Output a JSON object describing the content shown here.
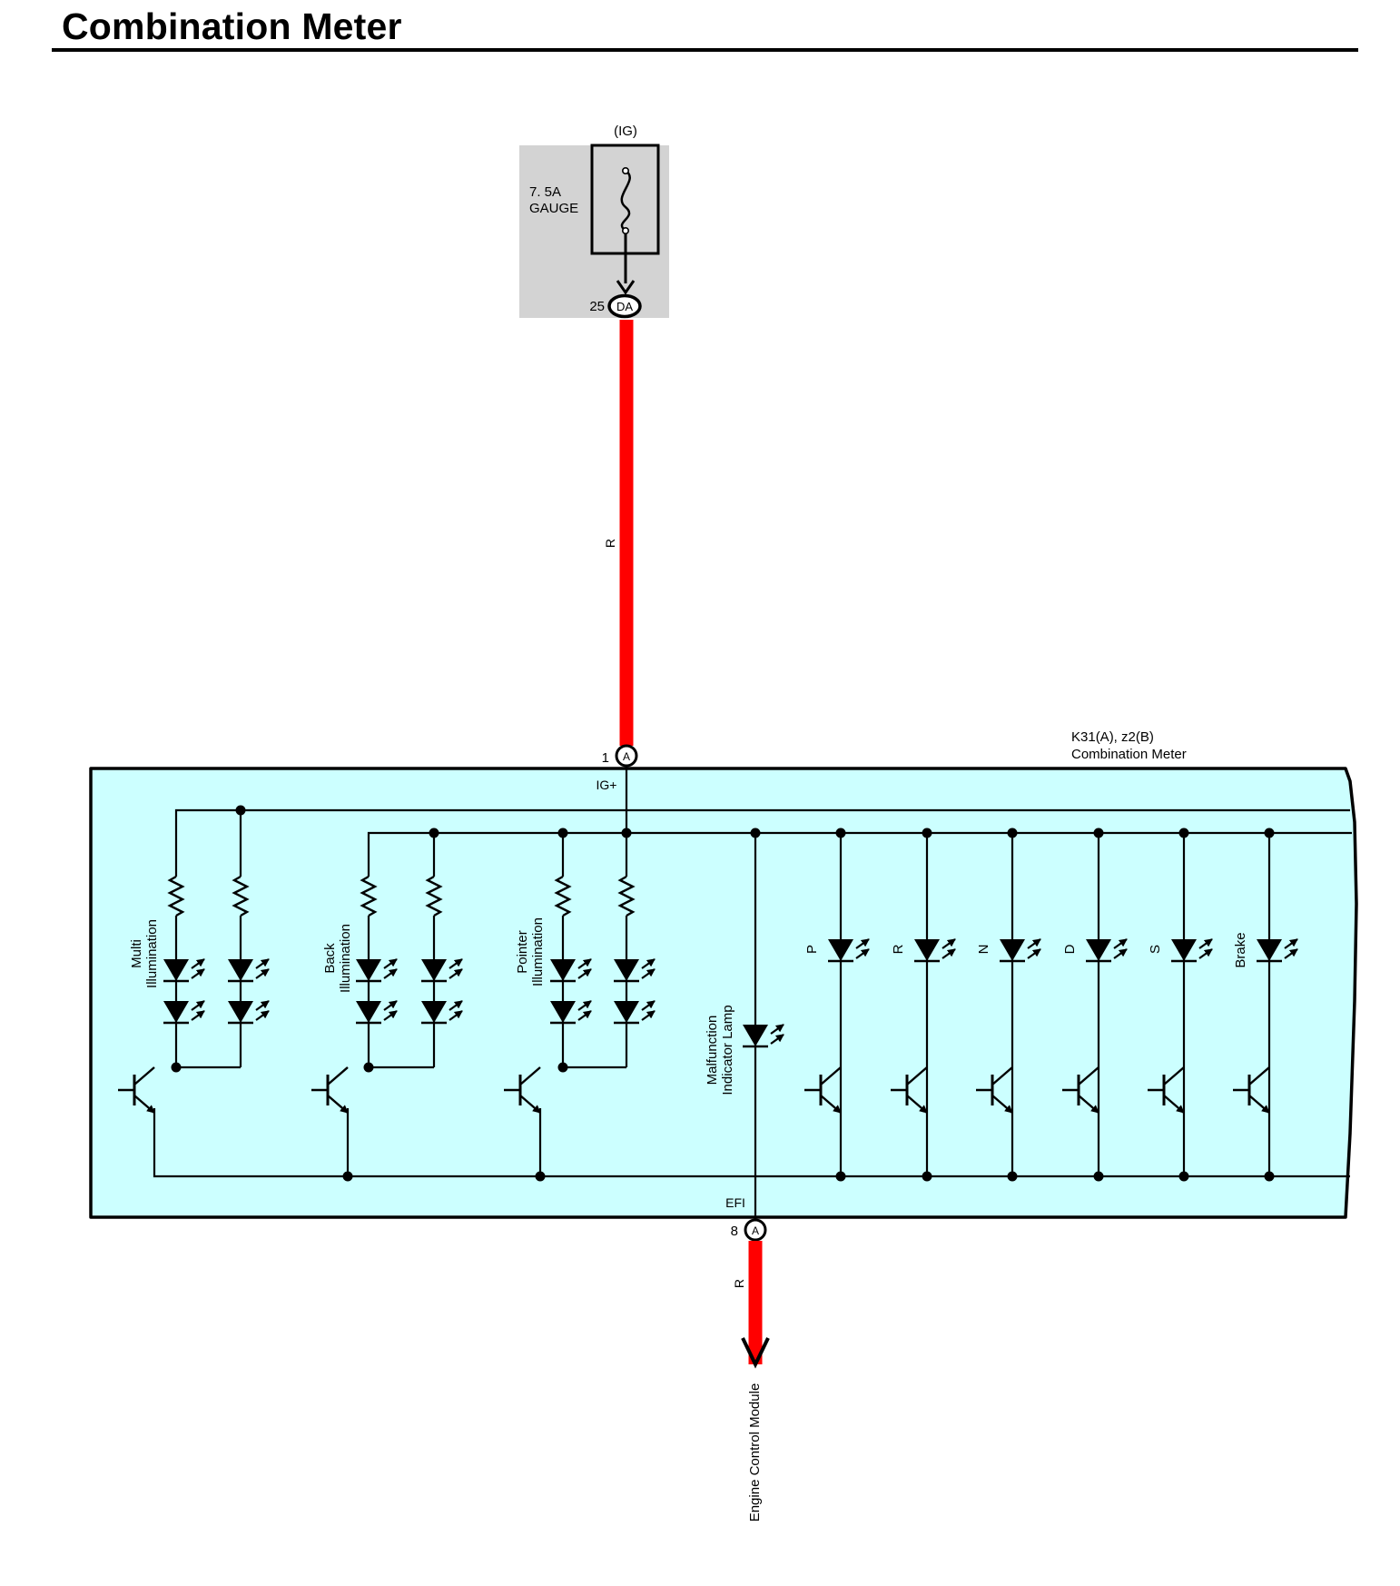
{
  "title": "Combination Meter",
  "colors": {
    "wire_red": "#ff0000",
    "meter_fill": "#ccffff",
    "fuse_box_fill": "#d3d3d3"
  },
  "fuse": {
    "circuit": "(IG)",
    "rating_line1": "7. 5A",
    "rating_line2": "GAUGE",
    "connector_pin": "25",
    "connector_id": "DA"
  },
  "wire_color_top": "R",
  "wire_color_bottom": "R",
  "meter": {
    "connector_ids": "K31(A), z2(B)",
    "name": "Combination Meter",
    "pin_in_number": "1",
    "pin_in_connector": "A",
    "pin_in_signal": "IG+",
    "pin_out_number": "8",
    "pin_out_connector": "A",
    "pin_out_signal": "EFI"
  },
  "illumination_groups": [
    {
      "line1": "Multi",
      "line2": "Illumination"
    },
    {
      "line1": "Back",
      "line2": "Illumination"
    },
    {
      "line1": "Pointer",
      "line2": "Illumination"
    }
  ],
  "mil": {
    "line1": "Malfunction",
    "line2": "Indicator Lamp"
  },
  "indicators": [
    "P",
    "R",
    "N",
    "D",
    "S",
    "Brake"
  ],
  "destination": "Engine Control Module"
}
